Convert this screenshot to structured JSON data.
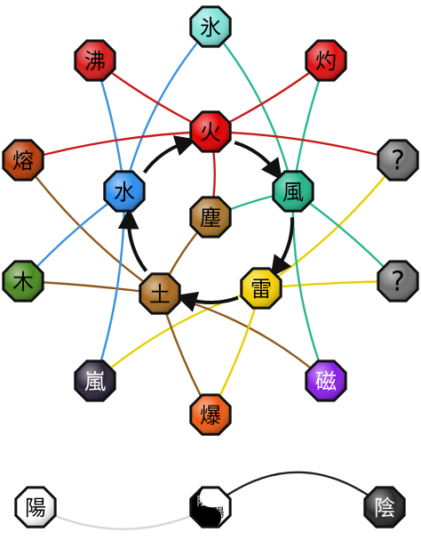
{
  "nodes": {
    "ice": {
      "label": "氷",
      "fill": "#7fe3d9",
      "text_color": "#000000"
    },
    "boil": {
      "label": "沸",
      "fill": "#d81a1a",
      "text_color": "#000000"
    },
    "scorch": {
      "label": "灼",
      "fill": "#e01010",
      "text_color": "#000000"
    },
    "fire": {
      "label": "火",
      "fill": "#e00000",
      "text_color": "#000000"
    },
    "lava": {
      "label": "熔",
      "fill": "#b53a08",
      "text_color": "#000000"
    },
    "unknown_top": {
      "label": "?",
      "fill": "#6f6f6f",
      "text_color": "#000000"
    },
    "water": {
      "label": "水",
      "fill": "#2d8df0",
      "text_color": "#000000"
    },
    "wind": {
      "label": "風",
      "fill": "#22b58a",
      "text_color": "#000000"
    },
    "dust": {
      "label": "塵",
      "fill": "#a8742c",
      "text_color": "#000000"
    },
    "wood": {
      "label": "木",
      "fill": "#4a8a22",
      "text_color": "#000000"
    },
    "unknown_mid": {
      "label": "?",
      "fill": "#6f6f6f",
      "text_color": "#000000"
    },
    "earth": {
      "label": "土",
      "fill": "#a76a22",
      "text_color": "#000000"
    },
    "lightning": {
      "label": "雷",
      "fill": "#f3d000",
      "text_color": "#000000"
    },
    "storm": {
      "label": "嵐",
      "fill": "#2a2438",
      "text_color": "#ffffff"
    },
    "magnet": {
      "label": "磁",
      "fill": "#8a1ee8",
      "text_color": "#ffffff"
    },
    "explosion": {
      "label": "爆",
      "fill": "#ee5a10",
      "text_color": "#000000"
    },
    "yang": {
      "label": "陽",
      "fill": "#ffffff",
      "text_color": "#000000"
    },
    "yin": {
      "label": "陰",
      "fill": "#2a2a2a",
      "text_color": "#ffffff"
    },
    "yinyang_yin": {
      "label": "陰",
      "fill": "#000000",
      "text_color": "#ffffff"
    },
    "yinyang_yang": {
      "label": "陽",
      "fill": "#ffffff",
      "text_color": "#000000"
    }
  },
  "connections": [
    {
      "from": "ice",
      "to": "water",
      "color": "#3a93e0"
    },
    {
      "from": "ice",
      "to": "wind",
      "color": "#28b890"
    },
    {
      "from": "boil",
      "to": "fire",
      "color": "#cc1a1a"
    },
    {
      "from": "boil",
      "to": "water",
      "color": "#3a93e0"
    },
    {
      "from": "scorch",
      "to": "fire",
      "color": "#cc1a1a"
    },
    {
      "from": "scorch",
      "to": "wind",
      "color": "#28b890"
    },
    {
      "from": "lava",
      "to": "fire",
      "color": "#cc1a1a"
    },
    {
      "from": "lava",
      "to": "earth",
      "color": "#8f5a1c"
    },
    {
      "from": "unknown_top",
      "to": "fire",
      "color": "#cc1a1a"
    },
    {
      "from": "unknown_top",
      "to": "lightning",
      "color": "#e8d000"
    },
    {
      "from": "wood",
      "to": "water",
      "color": "#3a93e0"
    },
    {
      "from": "wood",
      "to": "earth",
      "color": "#8f5a1c"
    },
    {
      "from": "unknown_mid",
      "to": "wind",
      "color": "#28b890"
    },
    {
      "from": "unknown_mid",
      "to": "lightning",
      "color": "#e8d000"
    },
    {
      "from": "storm",
      "to": "water",
      "color": "#3a93e0"
    },
    {
      "from": "storm",
      "to": "lightning",
      "color": "#e8d000"
    },
    {
      "from": "magnet",
      "to": "wind",
      "color": "#28b890"
    },
    {
      "from": "magnet",
      "to": "earth",
      "color": "#8f5a1c"
    },
    {
      "from": "explosion",
      "to": "earth",
      "color": "#8f5a1c"
    },
    {
      "from": "explosion",
      "to": "lightning",
      "color": "#e8d000"
    },
    {
      "from": "dust",
      "to": "fire",
      "color": "#cc1a1a"
    },
    {
      "from": "dust",
      "to": "wind",
      "color": "#28b890"
    },
    {
      "from": "dust",
      "to": "earth",
      "color": "#8f5a1c"
    },
    {
      "from": "yang",
      "to": "yinyang",
      "color": "#d8d8d8"
    },
    {
      "from": "yin",
      "to": "yinyang",
      "color": "#222222"
    }
  ],
  "cycle_order": [
    "fire",
    "wind",
    "lightning",
    "earth",
    "water"
  ]
}
